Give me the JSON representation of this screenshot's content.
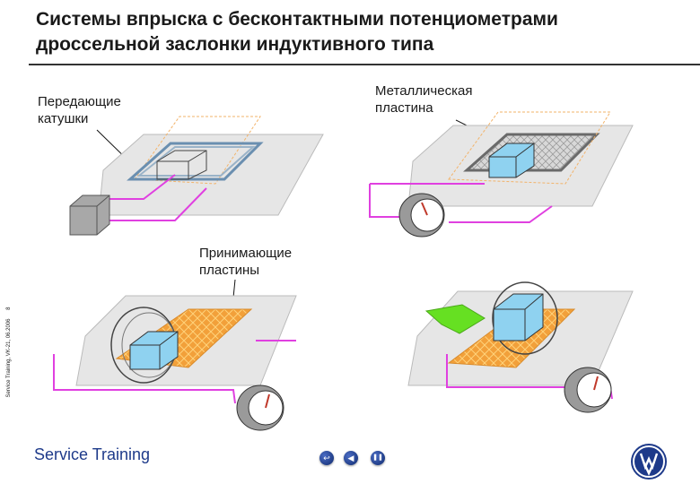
{
  "title": "Системы впрыска с  бесконтактными потенциометрами дроссельной заслонки индуктивного типа",
  "labels": {
    "transmit_coils": "Передающие\nкатушки",
    "metal_plate": "Металлическая\nпластина",
    "receive_plates": "Принимающие\nпластины"
  },
  "side_note": "Service Training, VK-21, 06.2006",
  "side_page": "8",
  "footer": {
    "brand_text": "Service Training",
    "nav_back_glyph": "↩",
    "nav_prev_glyph": "◀",
    "nav_pause_glyph": "❚❚"
  },
  "colors": {
    "wire": "#e040e0",
    "coil": "#6a8fb0",
    "plate": "#f2a03a",
    "cube": "#8fd2f0",
    "arrow": "#66e022",
    "board": "#e6e6e6"
  }
}
